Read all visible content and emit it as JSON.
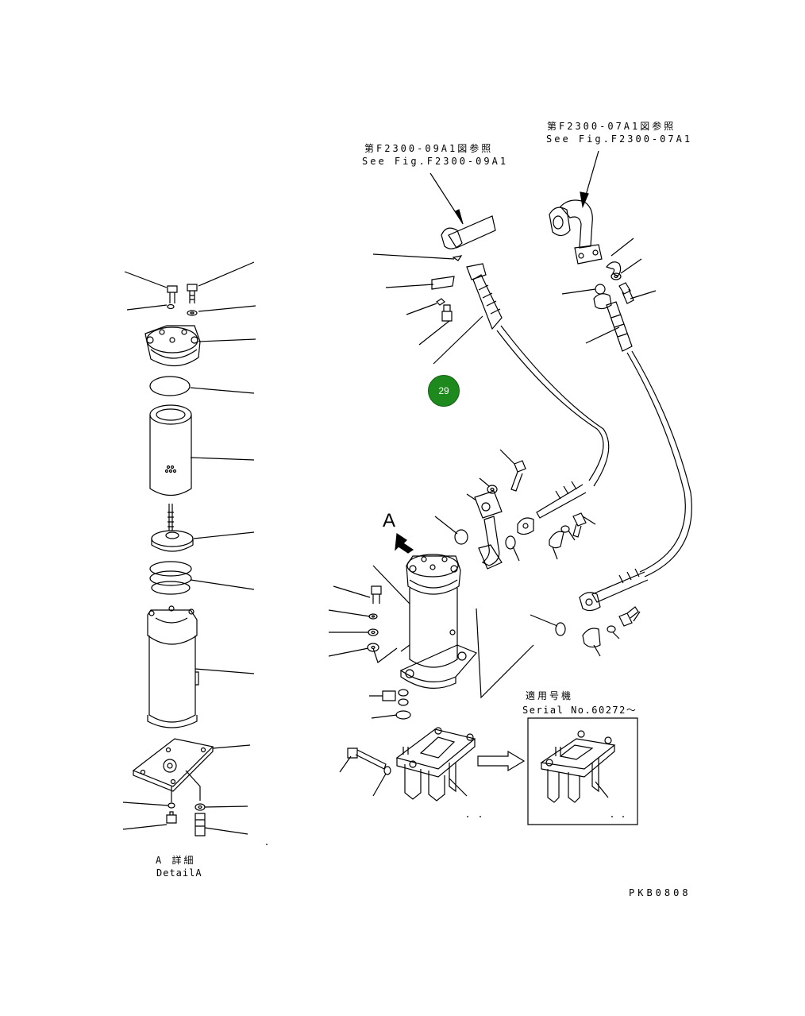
{
  "references": {
    "ref_09a1_jp": "第F2300-09A1図参照",
    "ref_09a1_en": "See Fig.F2300-09A1",
    "ref_07a1_jp": "第F2300-07A1図参照",
    "ref_07a1_en": "See Fig.F2300-07A1"
  },
  "view_marker": "A",
  "callout": {
    "number": "29",
    "color": "#1e8a1e"
  },
  "detail": {
    "title_jp": "A 詳細",
    "title_en": "DetailA"
  },
  "serial": {
    "title_jp": "適用号機",
    "title_en": "Serial No.60272～"
  },
  "drawing_code": "PKB0808"
}
